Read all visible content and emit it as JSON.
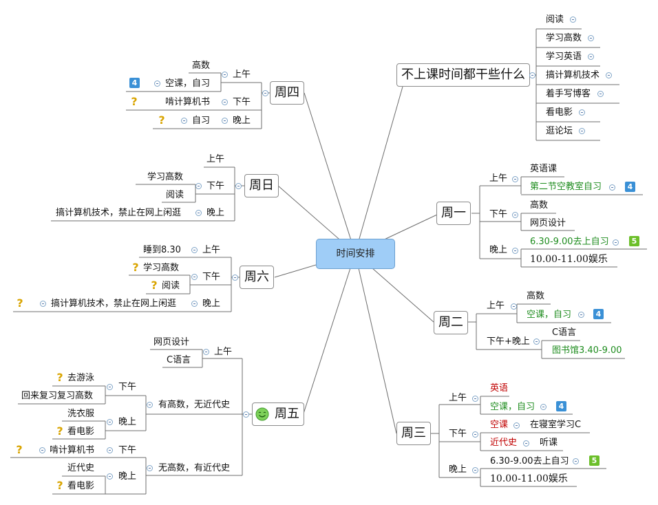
{
  "colors": {
    "center_fill": "#9fcdf7",
    "line": "#6c6c6c",
    "green_text": "#1e8c1e",
    "red_text": "#c00000",
    "badge_blue": "#3a90d6",
    "badge_green": "#6cbf2a",
    "question": "#d9a400"
  },
  "center": "时间安排",
  "leisure": {
    "title": "不上课时间都干些什么",
    "items": [
      "阅读",
      "学习高数",
      "学习英语",
      "搞计算机技术",
      "着手写博客",
      "看电影",
      "逛论坛"
    ]
  },
  "mon": {
    "title": "周一",
    "am": "上午",
    "am_items": [
      "英语课",
      "第二节空教室自习"
    ],
    "am_badge": "4",
    "pm": "下午",
    "pm_items": [
      "高数",
      "网页设计"
    ],
    "eve": "晚上",
    "eve_items": [
      "6.30-9.00去上自习",
      "10.00-11.00娱乐"
    ],
    "eve_badge": "5"
  },
  "tue": {
    "title": "周二",
    "am": "上午",
    "am_items": [
      "高数",
      "空课，自习"
    ],
    "am_badge": "4",
    "pmeve": "下午+晚上",
    "pmeve_items": [
      "C语言",
      "图书馆3.40-9.00"
    ]
  },
  "wed": {
    "title": "周三",
    "am": "上午",
    "am_items": [
      "英语",
      "空课，自习"
    ],
    "am_badge": "4",
    "pm": "下午",
    "pm_rows": [
      [
        "空课",
        "在寝室学习C"
      ],
      [
        "近代史",
        "听课"
      ]
    ],
    "eve": "晚上",
    "eve_items": [
      "6.30-9.00去上自习",
      "10.00-11.00娱乐"
    ],
    "eve_badge": "5"
  },
  "thu": {
    "title": "周四",
    "am": "上午",
    "am_items": [
      "高数",
      "空课，自习"
    ],
    "am_badge": "4",
    "pm": "下午",
    "pm_item": "啃计算机书",
    "eve": "晚上",
    "eve_item": "自习"
  },
  "fri": {
    "title": "周五",
    "am": "上午",
    "am_items": [
      "网页设计",
      "C语言"
    ],
    "case1": "有高数，无近代史",
    "case1_pm": "下午",
    "case1_pm_items": [
      "去游泳",
      "回来复习复习高数"
    ],
    "case1_eve": "晚上",
    "case1_eve_items": [
      "洗衣服",
      "看电影"
    ],
    "case2": "无高数，有近代史",
    "case2_pm": "下午",
    "case2_pm_item": "啃计算机书",
    "case2_eve": "晚上",
    "case2_eve_items": [
      "近代史",
      "看电影"
    ]
  },
  "sat": {
    "title": "周六",
    "am": "上午",
    "am_item": "睡到8.30",
    "pm": "下午",
    "pm_items": [
      "学习高数",
      "阅读"
    ],
    "eve": "晚上",
    "eve_item": "搞计算机技术，禁止在网上闲逛"
  },
  "sun": {
    "title": "周日",
    "am": "上午",
    "pm": "下午",
    "pm_items": [
      "学习高数",
      "阅读"
    ],
    "eve": "晚上",
    "eve_item": "搞计算机技术，禁止在网上闲逛"
  }
}
